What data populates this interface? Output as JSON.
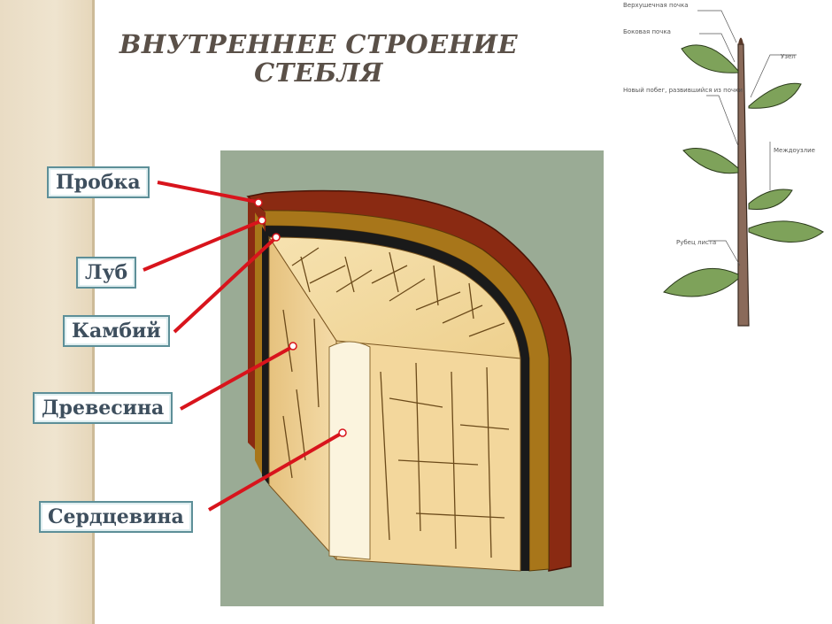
{
  "title_line1": "ВНУТРЕННЕЕ СТРОЕНИЕ",
  "title_line2": "СТЕБЛЯ",
  "labels": {
    "cork": "Пробка",
    "phloem": "Луб",
    "cambium": "Камбий",
    "wood": "Древесина",
    "pith": "Сердцевина"
  },
  "shoot_labels": {
    "apical_bud": "Верхушечная почка",
    "lateral_bud": "Боковая почка",
    "node": "Узел",
    "new_shoot": "Новый побег, развившийся из почки",
    "internode": "Междоузлие",
    "leaf_scar": "Рубец листа"
  },
  "colors": {
    "arrow": "#d8141c",
    "label_border": "#5d8f98",
    "cork": "#8a2a12",
    "phloem": "#a8761a",
    "wood": "#f3d79c",
    "background_panel": "#9aab95"
  }
}
